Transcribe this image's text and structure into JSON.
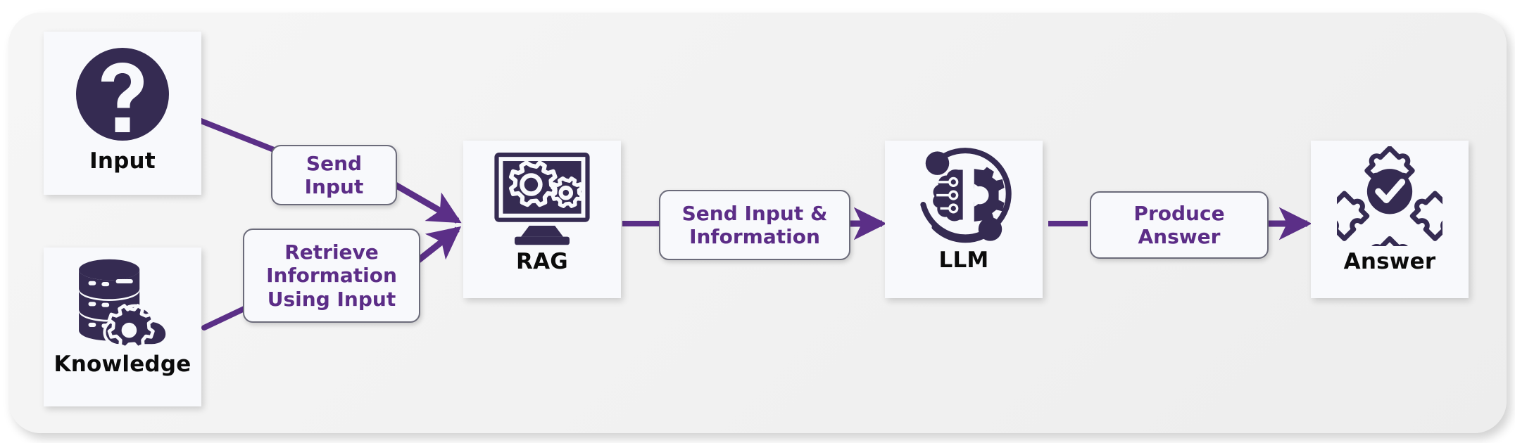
{
  "diagram": {
    "title": "RAG pipeline flow",
    "colors": {
      "panel_bg": "#f1f1f1",
      "card_bg": "#f8f9fc",
      "icon_dark": "#352b52",
      "connector_purple": "#5b2f87",
      "label_text": "#5c2d87",
      "caption_text": "#0b0b0b"
    },
    "nodes": [
      {
        "id": "input",
        "label": "Input",
        "icon": "question-mark-circle-icon"
      },
      {
        "id": "knowledge",
        "label": "Knowledge",
        "icon": "database-cloud-gear-icon"
      },
      {
        "id": "rag",
        "label": "RAG",
        "icon": "monitor-gears-icon"
      },
      {
        "id": "llm",
        "label": "LLM",
        "icon": "brain-gear-orbit-icon"
      },
      {
        "id": "answer",
        "label": "Answer",
        "icon": "puzzle-check-icon"
      }
    ],
    "edges": [
      {
        "id": "send-input",
        "label": "Send\nInput",
        "from": "input",
        "to": "rag"
      },
      {
        "id": "retrieve-info",
        "label": "Retrieve\nInformation\nUsing Input",
        "from": "knowledge",
        "to": "rag"
      },
      {
        "id": "send-input-and-info",
        "label": "Send Input &\nInformation",
        "from": "rag",
        "to": "llm"
      },
      {
        "id": "produce-answer",
        "label": "Produce\nAnswer",
        "from": "llm",
        "to": "answer"
      }
    ]
  }
}
